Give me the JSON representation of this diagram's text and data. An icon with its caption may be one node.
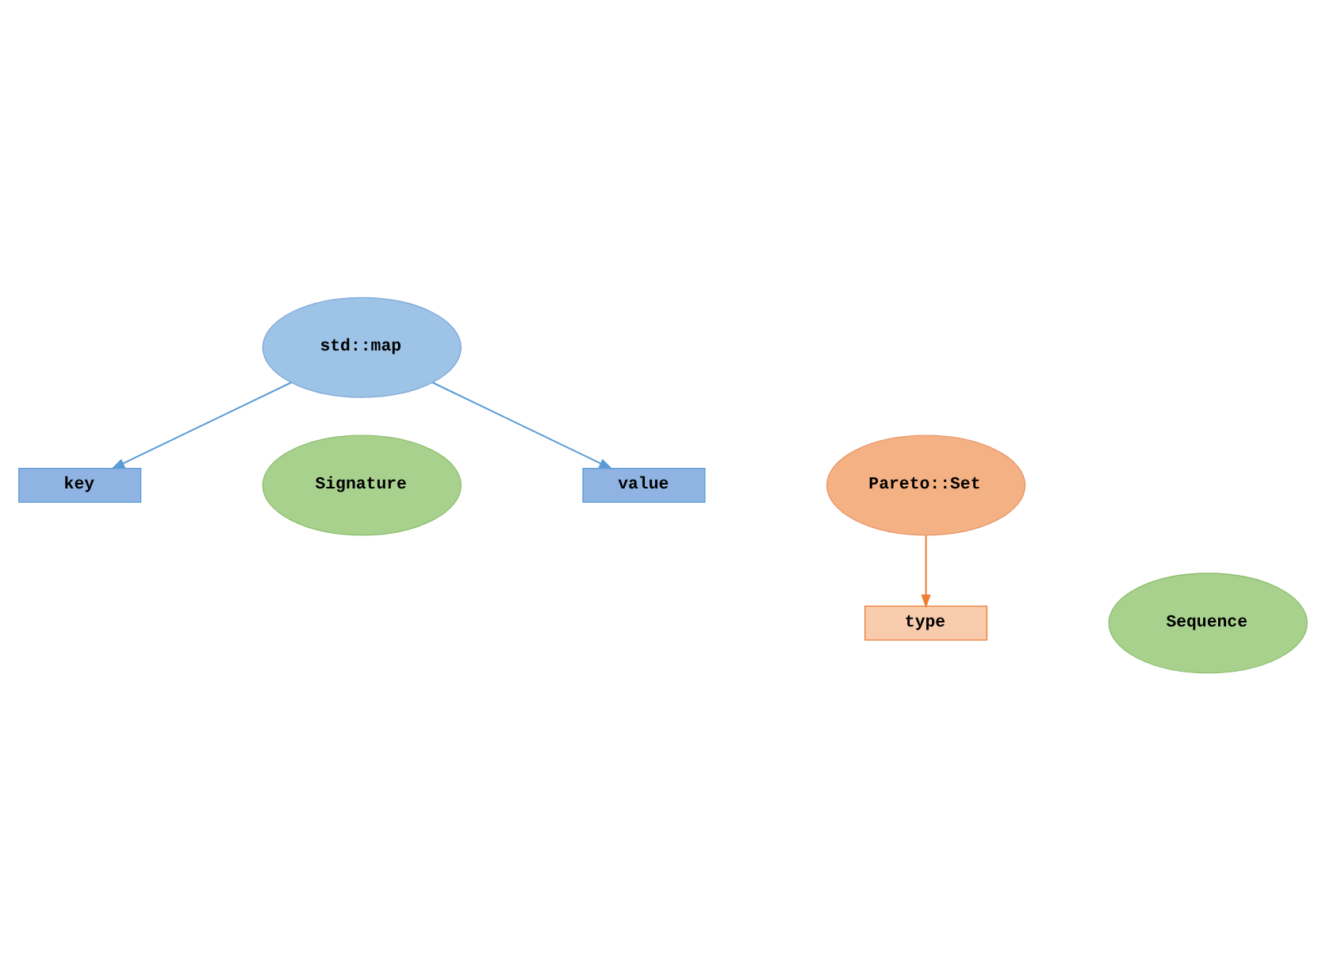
{
  "diagram": {
    "nodes": [
      {
        "text": [
          "std::map"
        ]
      },
      {
        "text": [
          "key"
        ]
      },
      {
        "text": [
          "Signature"
        ]
      },
      {
        "text": [
          "value"
        ]
      },
      {
        "text": [
          "Pareto::Set"
        ]
      },
      {
        "text": [
          "type"
        ]
      },
      {
        "text": [
          "Sequence"
        ]
      }
    ],
    "edges": [
      {
        "from": 0,
        "to": 1,
        "arrow": "to"
      },
      {
        "from": 0,
        "to": 3,
        "arrow": "to"
      },
      {
        "from": 4,
        "to": 5,
        "arrow": "to",
        "color": "#ed7d31"
      }
    ]
  }
}
